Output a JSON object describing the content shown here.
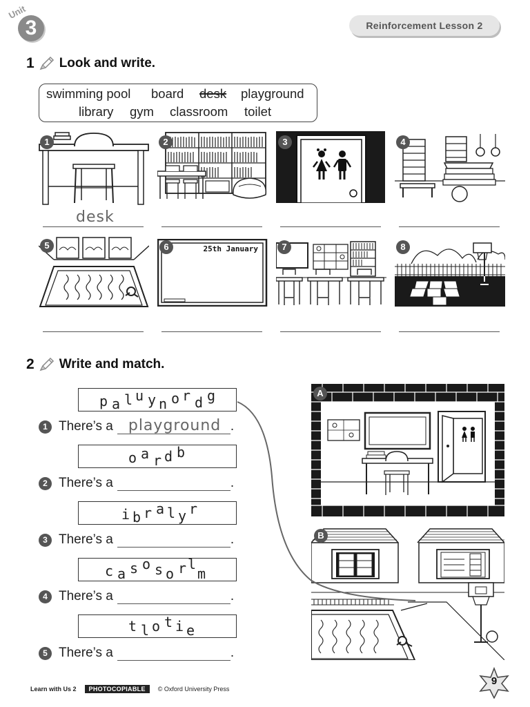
{
  "header": {
    "unit_word": "Unit",
    "unit_number": "3",
    "lesson_title": "Reinforcement Lesson 2"
  },
  "exercise1": {
    "number": "1",
    "instruction": "Look and write.",
    "word_bank": [
      "swimming pool",
      "board",
      "desk",
      "playground",
      "library",
      "gym",
      "classroom",
      "toilet"
    ],
    "crossed_word": "desk",
    "pictures": [
      {
        "num": "1",
        "icon": "desk-picture",
        "answer": "desk"
      },
      {
        "num": "2",
        "icon": "library-picture",
        "answer": ""
      },
      {
        "num": "3",
        "icon": "toilet-picture",
        "answer": ""
      },
      {
        "num": "4",
        "icon": "gym-picture",
        "answer": ""
      },
      {
        "num": "5",
        "icon": "swimming-pool-picture",
        "answer": ""
      },
      {
        "num": "6",
        "icon": "board-picture",
        "board_text": "25th January",
        "answer": ""
      },
      {
        "num": "7",
        "icon": "classroom-picture",
        "answer": ""
      },
      {
        "num": "8",
        "icon": "playground-picture",
        "answer": ""
      }
    ]
  },
  "exercise2": {
    "number": "2",
    "instruction": "Write and match.",
    "sentence_prefix": "There’s a",
    "sentence_suffix": ".",
    "items": [
      {
        "num": "1",
        "letters": [
          "p",
          "a",
          "l",
          "u",
          "y",
          "n",
          "o",
          "r",
          "d",
          "g"
        ],
        "answer": "playground"
      },
      {
        "num": "2",
        "letters": [
          "o",
          "a",
          "r",
          "d",
          "b"
        ],
        "answer": ""
      },
      {
        "num": "3",
        "letters": [
          "i",
          "b",
          "r",
          "a",
          "l",
          "y",
          "r"
        ],
        "answer": ""
      },
      {
        "num": "4",
        "letters": [
          "c",
          "a",
          "s",
          "o",
          "s",
          "o",
          "r",
          "l",
          "m"
        ],
        "answer": ""
      },
      {
        "num": "5",
        "letters": [
          "t",
          "l",
          "o",
          "t",
          "i",
          "e"
        ],
        "answer": ""
      }
    ],
    "scene_labels": [
      "A",
      "B"
    ]
  },
  "footer": {
    "brand": "Learn with Us 2",
    "photocopiable": "PHOTOCOPIABLE",
    "copyright": "© Oxford University Press",
    "page_number": "9"
  }
}
